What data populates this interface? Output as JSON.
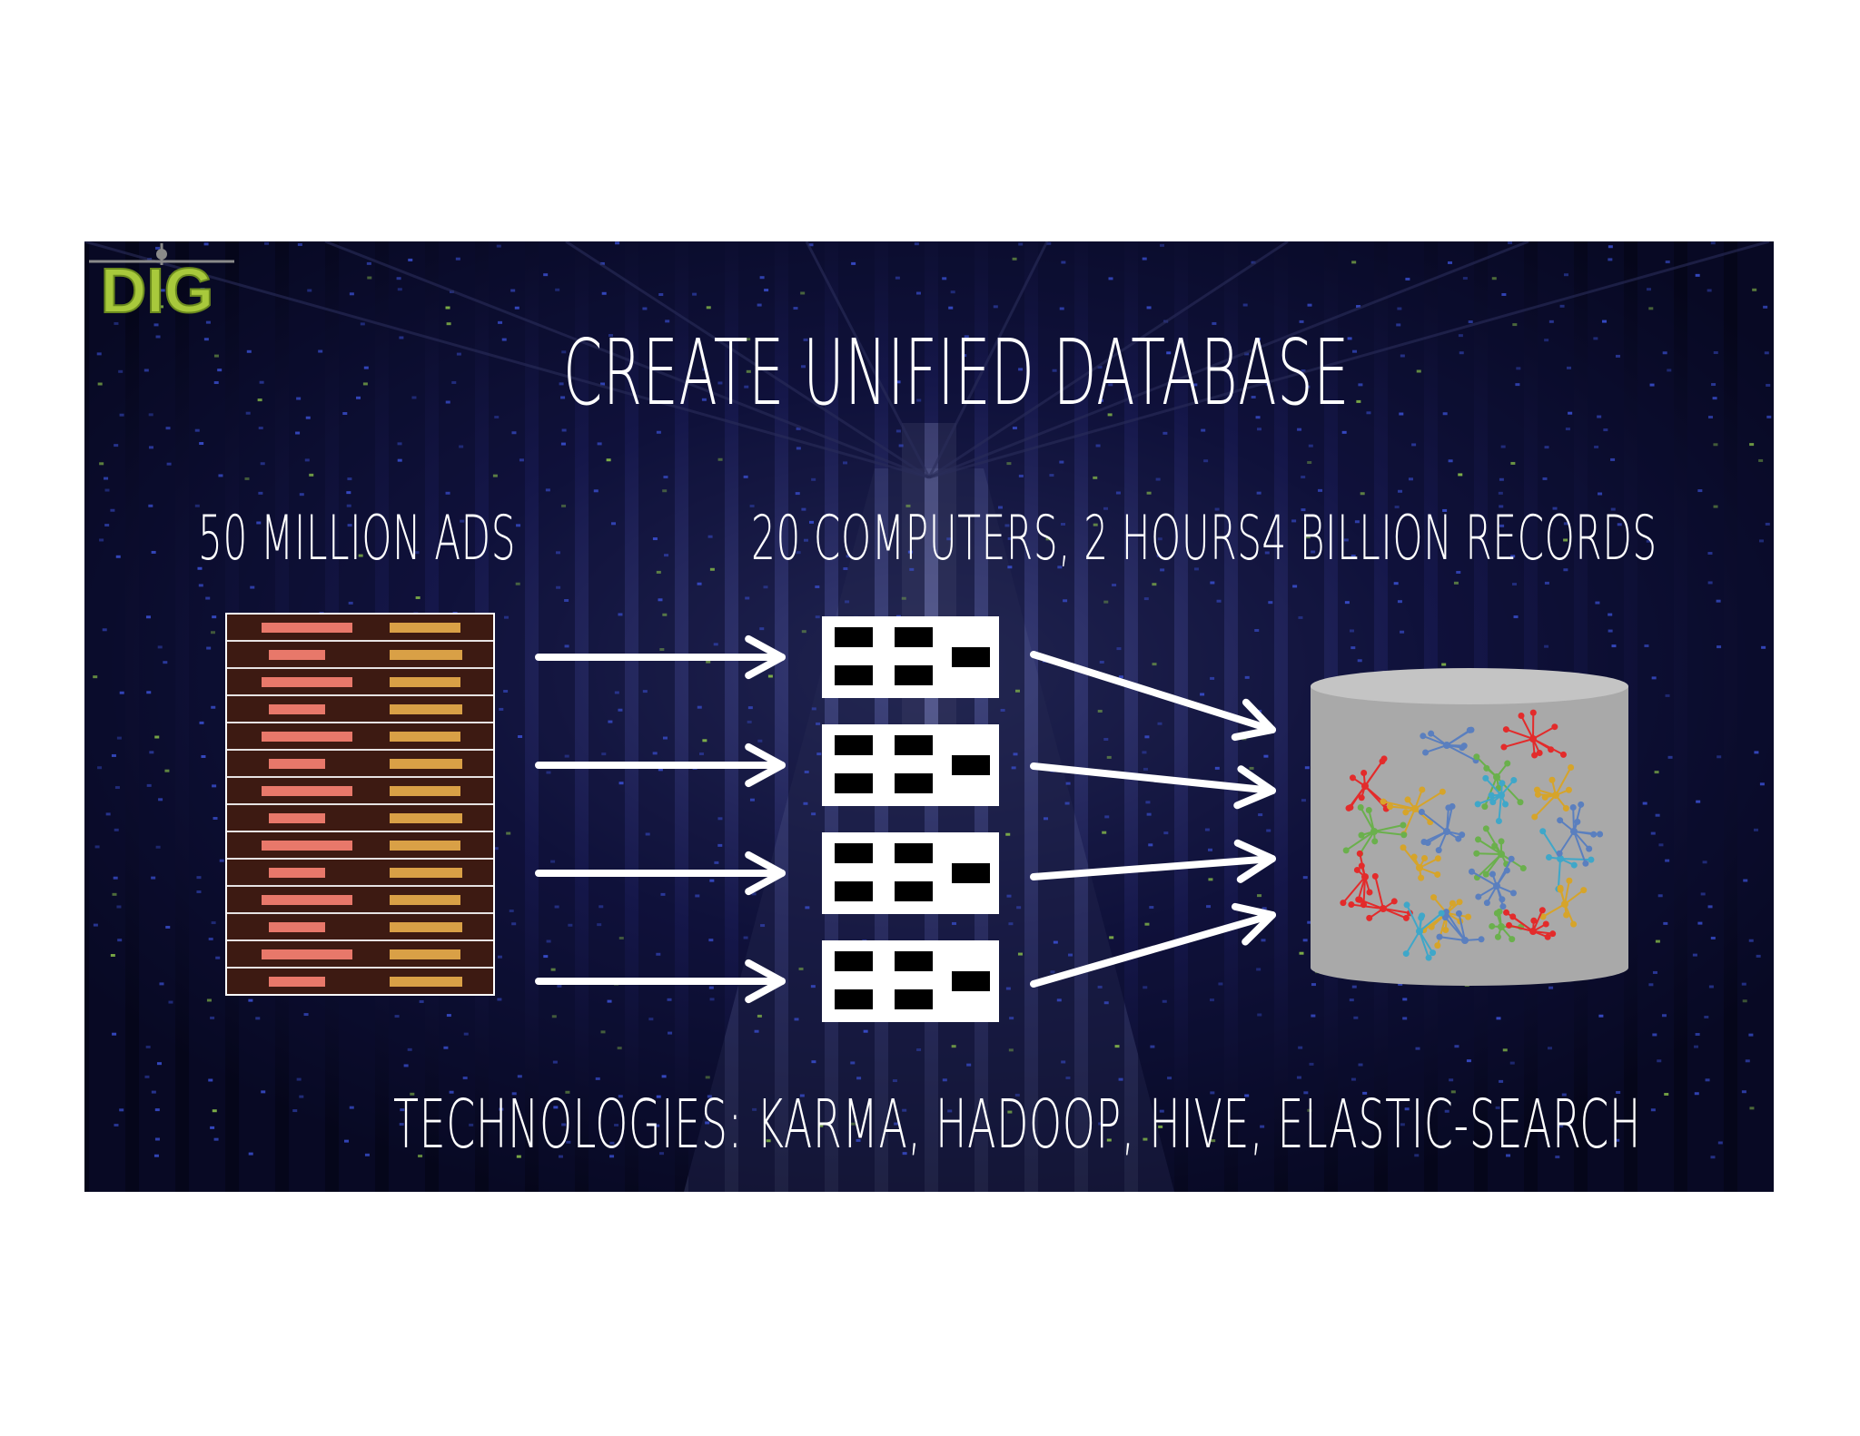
{
  "slide": {
    "title": "CREATE UNIFIED DATABASE",
    "stages": [
      {
        "label": "50 MILLION ADS"
      },
      {
        "label": "20 COMPUTERS, 2 HOURS"
      },
      {
        "label": "4 BILLION RECORDS"
      }
    ],
    "technologies": "TECHNOLOGIES: KARMA, HADOOP, HIVE, ELASTIC-SEARCH",
    "logo": {
      "text": "DIG"
    }
  },
  "colors": {
    "ad_row_fill": "#3d1a12",
    "ad_bar_left": "#e8786a",
    "ad_bar_right": "#d9a046",
    "server_fill": "#ffffff",
    "database_fill": "#a9a9a9",
    "graph_colors": [
      "#e32b2b",
      "#5a7fbf",
      "#d6a42a",
      "#6ab04c",
      "#3fa7c9"
    ],
    "logo_green": "#a8c93c"
  },
  "icons": [
    "ads-table-icon",
    "server-icon",
    "arrow-icon",
    "database-icon",
    "graph-icon"
  ]
}
